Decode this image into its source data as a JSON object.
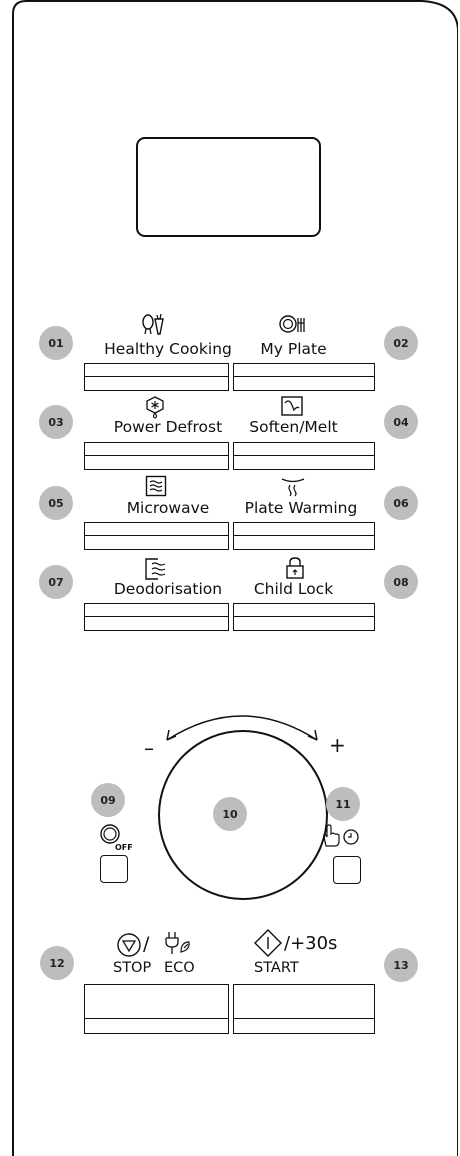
{
  "panel": {
    "badges": {
      "b01": "01",
      "b02": "02",
      "b03": "03",
      "b04": "04",
      "b05": "05",
      "b06": "06",
      "b07": "07",
      "b08": "08",
      "b09": "09",
      "b10": "10",
      "b11": "11",
      "b12": "12",
      "b13": "13"
    },
    "labels": {
      "healthy_cooking": "Healthy Cooking",
      "my_plate": "My Plate",
      "power_defrost": "Power Defrost",
      "soften_melt": "Soften/Melt",
      "microwave": "Microwave",
      "plate_warming": "Plate Warming",
      "deodorisation": "Deodorisation",
      "child_lock": "Child Lock",
      "minus": "–",
      "plus": "+",
      "off": "OFF",
      "slash_stop": "/",
      "stop": "STOP",
      "eco": "ECO",
      "plus30": "/+30s",
      "start": "START"
    },
    "icons": {
      "healthy_cooking": "carrot-icon",
      "my_plate": "plate-cutlery-icon",
      "power_defrost": "snowflake-drop-icon",
      "soften_melt": "melt-icon",
      "microwave": "microwave-waves-icon",
      "plate_warming": "heat-waves-icon",
      "deodorisation": "deodorise-icon",
      "child_lock": "padlock-icon",
      "power": "power-off-icon",
      "timer": "hand-clock-icon",
      "stop": "stop-triangle-icon",
      "eco": "eco-plug-icon",
      "start": "start-diamond-icon"
    }
  }
}
